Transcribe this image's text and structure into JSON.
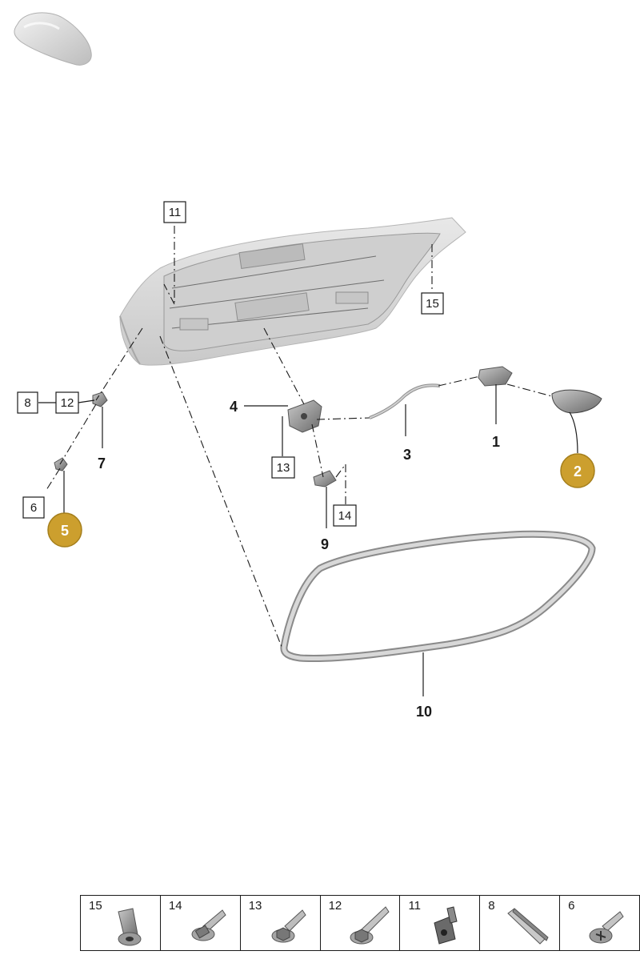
{
  "colors": {
    "badge_fill": "#cc9f2e",
    "badge_stroke": "#a57f1c",
    "line": "#1a1a1a",
    "part_fill": "#d6d6d6"
  },
  "thumbnail": {
    "icon": "car-silhouette-icon"
  },
  "callouts": {
    "p1": "1",
    "p3": "3",
    "p4": "4",
    "p7": "7",
    "p9": "9",
    "p10": "10"
  },
  "boxed_labels": {
    "p6": "6",
    "p8": "8",
    "p11": "11",
    "p12": "12",
    "p13": "13",
    "p14": "14",
    "p15": "15"
  },
  "highlighted": {
    "p2": "2",
    "p5": "5"
  },
  "legend": [
    {
      "number": "15",
      "icon": "rivet-nut-icon"
    },
    {
      "number": "14",
      "icon": "flange-bolt-icon"
    },
    {
      "number": "13",
      "icon": "hex-flange-bolt-icon"
    },
    {
      "number": "12",
      "icon": "stud-bolt-icon"
    },
    {
      "number": "11",
      "icon": "clip-nut-icon"
    },
    {
      "number": "8",
      "icon": "pad-icon"
    },
    {
      "number": "6",
      "icon": "screw-icon"
    }
  ]
}
